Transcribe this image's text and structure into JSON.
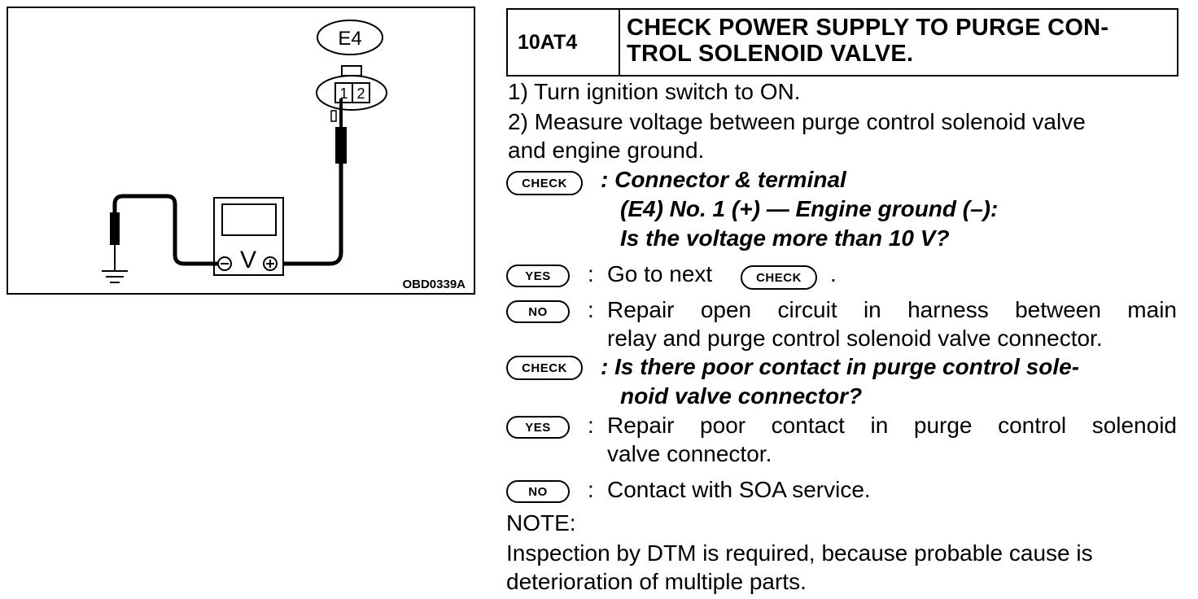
{
  "figure": {
    "connector_label": "E4",
    "pin1": "1",
    "pin2": "2",
    "meter_symbol": "V",
    "figure_id": "OBD0339A"
  },
  "header": {
    "code": "10AT4",
    "title_line1": "CHECK POWER SUPPLY TO PURGE CON-",
    "title_line2": "TROL SOLENOID VALVE."
  },
  "steps": {
    "step1": "1)  Turn ignition switch to ON.",
    "step2_line1": "2)  Measure voltage between purge control solenoid valve",
    "step2_line2": "and engine ground."
  },
  "badges": {
    "check": "CHECK",
    "yes": "YES",
    "no": "NO"
  },
  "check1": {
    "line1": ":  Connector & terminal",
    "line2": "(E4) No. 1 (+) — Engine ground (–):",
    "line3": "Is the voltage more than 10 V?"
  },
  "yes1": {
    "colon": ":",
    "text_before": "Go to next",
    "text_after": "."
  },
  "no1": {
    "colon": ":",
    "line1": "Repair open circuit in harness between main",
    "line2": "relay and purge control solenoid valve connector."
  },
  "check2": {
    "line1": ":  Is there poor contact in purge control sole-",
    "line2": "noid valve connector?"
  },
  "yes2": {
    "colon": ":",
    "line1": "Repair poor contact in purge control solenoid",
    "line2": "valve connector."
  },
  "no2": {
    "colon": ":",
    "text": "Contact with SOA service."
  },
  "note": {
    "label": "NOTE:",
    "line1": "Inspection by DTM is required, because probable cause is",
    "line2": "deterioration of multiple parts."
  }
}
